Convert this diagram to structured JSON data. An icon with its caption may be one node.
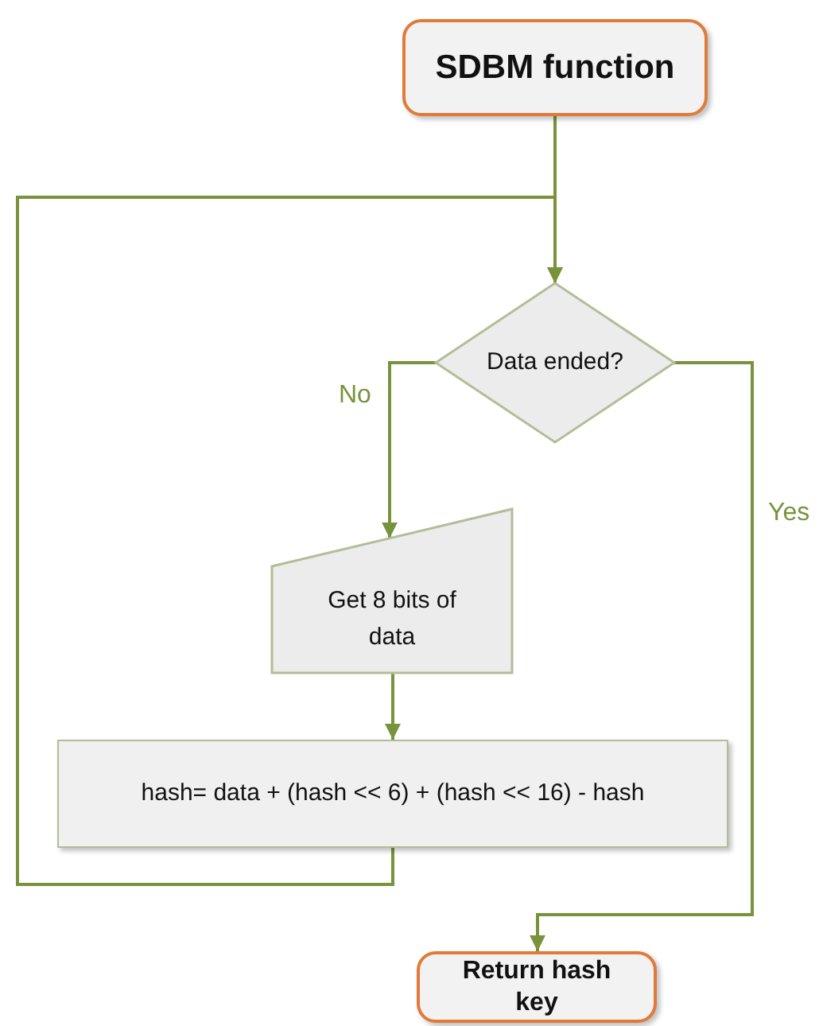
{
  "diagram": {
    "nodes": [
      {
        "text": [
          "SDBM function"
        ]
      },
      {
        "text": [
          "Data ended?"
        ]
      },
      {
        "text": [
          "Get 8 bits of data"
        ]
      },
      {
        "text": [
          "hash= data + (hash << 6) + (hash << 16) - hash"
        ]
      },
      {
        "text": [
          "Return hash key"
        ]
      }
    ],
    "edges": [
      {
        "from": 0,
        "to": 1,
        "arrow": "to"
      },
      {
        "from": 1,
        "to": 2,
        "arrow": "to",
        "label": "No"
      },
      {
        "from": 1,
        "to": 4,
        "arrow": "to",
        "label": "Yes"
      },
      {
        "from": 2,
        "to": 3,
        "arrow": "to"
      },
      {
        "from": 3,
        "to": 1,
        "arrow": "to"
      }
    ]
  }
}
